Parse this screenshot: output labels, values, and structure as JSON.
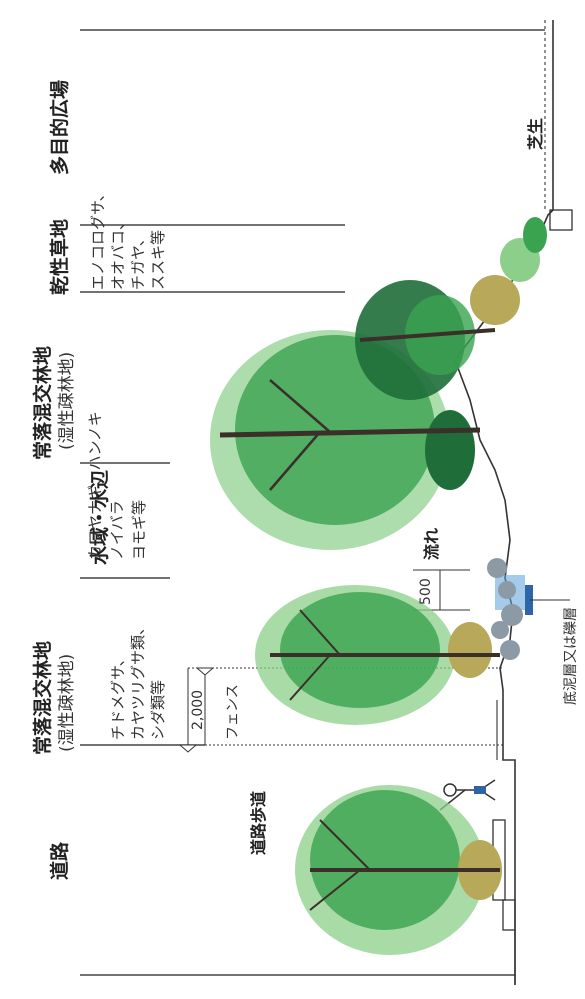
{
  "zones": [
    {
      "id": "road",
      "label": "道路"
    },
    {
      "id": "forest-sparse",
      "label": "常落混交林地",
      "sub": "(湿性疎林地)"
    },
    {
      "id": "waterside",
      "label": "水域・水辺"
    },
    {
      "id": "forest-dense",
      "label": "常落混交林地",
      "sub": "(湿性疎林地)"
    },
    {
      "id": "dry-grass",
      "label": "乾性草地"
    },
    {
      "id": "plaza",
      "label": "多目的広場"
    }
  ],
  "plants": {
    "waterside": [
      "チドメグサ、",
      "カヤツリグサ類、",
      "シダ類等"
    ],
    "forest": [
      "カワヤナギ、ハンノキ",
      "ノイバラ",
      "ヨモギ等"
    ],
    "dry": [
      "エノコログサ、",
      "オオバコ、",
      "チガヤ、",
      "ススキ等"
    ]
  },
  "labels": {
    "walkway": "道路歩道",
    "fence": "フェンス",
    "dim_2000": "2,000",
    "dim_500": "500",
    "stream": "流れ",
    "lawn": "芝生",
    "bed_note": "底泥層又は礫層"
  },
  "colors": {
    "leaf_light": "#8ccf8a",
    "leaf_mid": "#39a350",
    "leaf_dark": "#1f6e3a",
    "trunk": "#3b2f2a",
    "shrub": "#b8a85a",
    "water": "#5aa0d8",
    "stone": "#8c9aa6"
  }
}
